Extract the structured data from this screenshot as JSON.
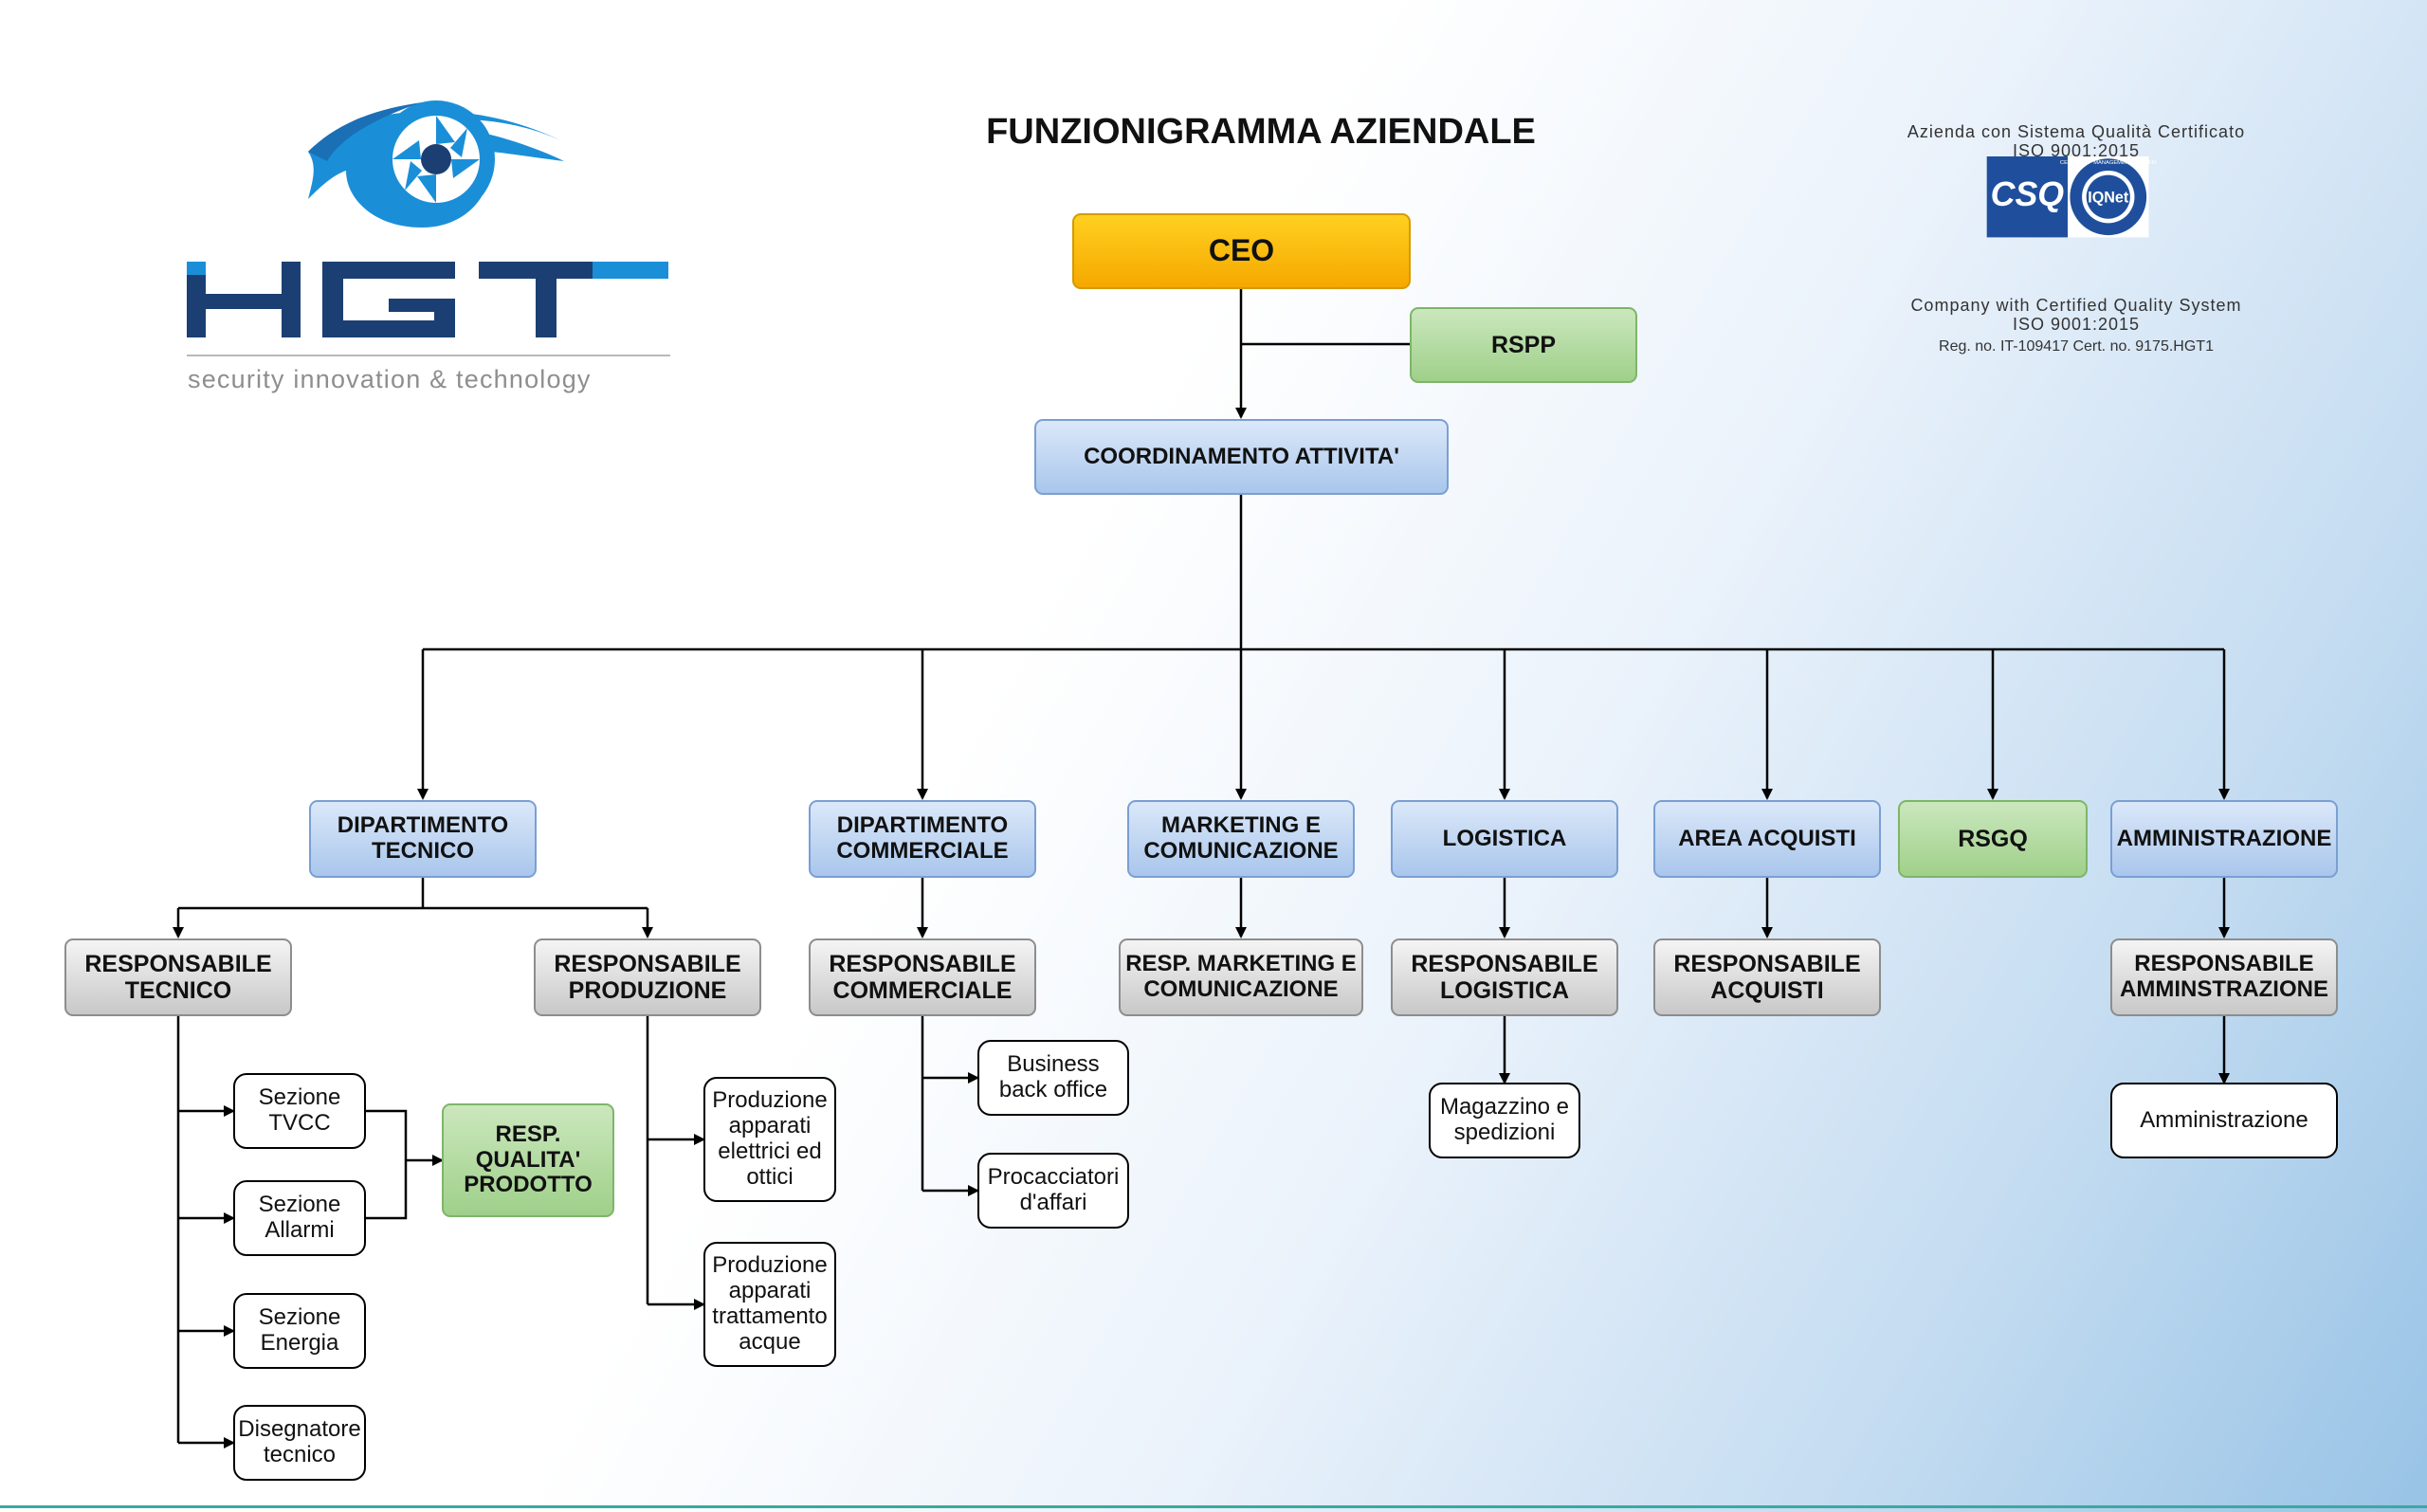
{
  "title": "FUNZIONIGRAMMA AZIENDALE",
  "logo": {
    "name": "HGT",
    "tagline": "security innovation & technology"
  },
  "certification": {
    "top_text": "Azienda con Sistema Qualità\nCertificato ISO 9001:2015",
    "seal_left": "CSQ",
    "seal_ring": "CERTIFIED · MANAGEMENT SYSTEM",
    "seal_center": "IQNet",
    "bottom_text": "Company with Certified\nQuality System ISO 9001:2015",
    "reg_text": "Reg. no. IT-109417 Cert. no. 9175.HGT1"
  },
  "colors": {
    "blue": "#a9c6ec",
    "grey": "#c8c8c8",
    "green": "#9fd08a",
    "orange": "#f6a800",
    "logo_blue": "#1a8fd8",
    "logo_navy": "#1b3f73",
    "csq_blue": "#1f4f9c"
  },
  "nodes": {
    "ceo": "CEO",
    "rspp": "RSPP",
    "coord": "COORDINAMENTO ATTIVITA'",
    "dip_tecnico": "DIPARTIMENTO\nTECNICO",
    "dip_commerciale": "DIPARTIMENTO\nCOMMERCIALE",
    "marketing": "MARKETING E\nCOMUNICAZIONE",
    "logistica": "LOGISTICA",
    "acquisti": "AREA ACQUISTI",
    "rsgq": "RSGQ",
    "amministrazione": "AMMINISTRAZIONE",
    "resp_tecnico": "RESPONSABILE\nTECNICO",
    "resp_produzione": "RESPONSABILE\nPRODUZIONE",
    "resp_commerciale": "RESPONSABILE\nCOMMERCIALE",
    "resp_marketing": "RESP. MARKETING E\nCOMUNICAZIONE",
    "resp_logistica": "RESPONSABILE\nLOGISTICA",
    "resp_acquisti": "RESPONSABILE\nACQUISTI",
    "resp_amministrazione": "RESPONSABILE\nAMMINSTRAZIONE",
    "sez_tvcc": "Sezione\nTVCC",
    "sez_allarmi": "Sezione\nAllarmi",
    "sez_energia": "Sezione\nEnergia",
    "disegnatore": "Disegnatore\ntecnico",
    "resp_qualita": "RESP.\nQUALITA'\nPRODOTTO",
    "prod_elettrici": "Produzione\napparati\nelettrici ed\nottici",
    "prod_acque": "Produzione\napparati\ntrattamento\nacque",
    "business": "Business\nback office",
    "procacciatori": "Procacciatori\nd'affari",
    "magazzino": "Magazzino e\nspedizioni",
    "amministrazione_office": "Amministrazione"
  }
}
